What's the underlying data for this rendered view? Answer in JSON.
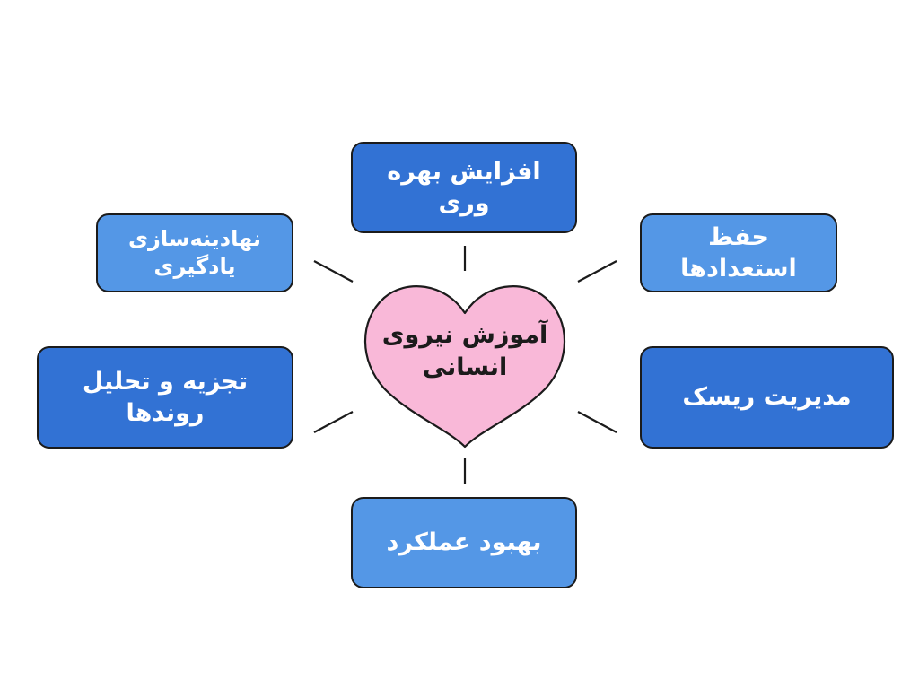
{
  "center": {
    "label": "آموزش نیروی\nانسانی",
    "color": "#f9b8d8"
  },
  "nodes": {
    "top": {
      "label": "افزایش بهره وری"
    },
    "top_left": {
      "label": "نهادینه‌سازی\nیادگیری"
    },
    "top_right": {
      "label": "حفظ استعدادها"
    },
    "middle_left": {
      "label": "تجزیه و تحلیل\nروندها"
    },
    "middle_right": {
      "label": "مدیریت ریسک"
    },
    "bottom": {
      "label": "بهبود عملکرد"
    }
  },
  "colors": {
    "light_box": "#5497e6",
    "dark_box": "#3272d4",
    "outline": "#1b1b1b"
  }
}
